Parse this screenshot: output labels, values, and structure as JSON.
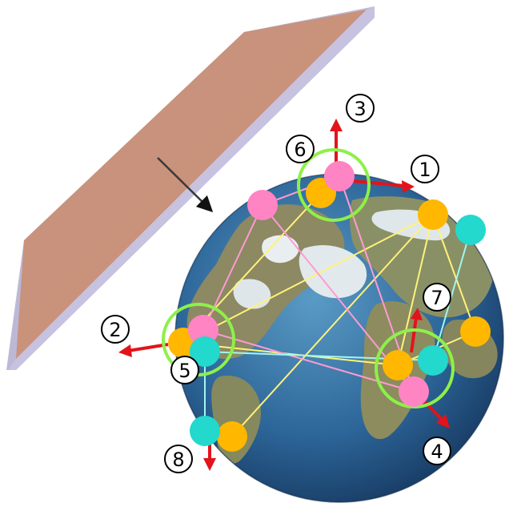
{
  "colors": {
    "plane_face": "#c8907a",
    "plane_edge": "#b7b3d2",
    "ocean_dark": "#1a4677",
    "ocean_light": "#3f80b0",
    "land": "#8e8a63",
    "ice": "#dfe6ea",
    "yellow": "#ffb700",
    "pink": "#ff84c4",
    "cyan": "#23d8cc",
    "green_ring": "#8ef04a",
    "arrow": "#e3131b",
    "yellow_line": "#fff27a",
    "pink_line": "#ff9ad2",
    "cyan_line": "#9ff7ef"
  },
  "markers": [
    {
      "id": "1",
      "text": "1"
    },
    {
      "id": "2",
      "text": "2"
    },
    {
      "id": "3",
      "text": "3"
    },
    {
      "id": "4",
      "text": "4"
    },
    {
      "id": "5",
      "text": "5"
    },
    {
      "id": "6",
      "text": "6"
    },
    {
      "id": "7",
      "text": "7"
    },
    {
      "id": "8",
      "text": "8"
    }
  ]
}
